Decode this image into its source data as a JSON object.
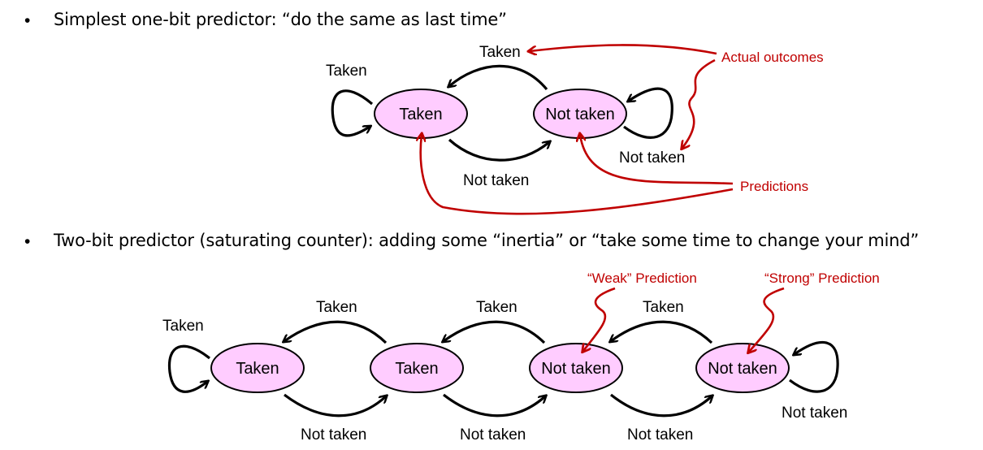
{
  "bullets": [
    {
      "marker": "•",
      "text": "Simplest one-bit predictor: “do the same as last time”"
    },
    {
      "marker": "•",
      "text": "Two-bit predictor (saturating counter): adding some “inertia” or “take some time to change your mind”"
    }
  ],
  "one_bit": {
    "states": [
      "Taken",
      "Not taken"
    ],
    "edges": {
      "self_taken": "Taken",
      "to_taken": "Taken",
      "to_not_taken": "Not taken",
      "self_not_taken": "Not taken"
    },
    "annotations": {
      "actual_outcomes": "Actual outcomes",
      "predictions": "Predictions"
    }
  },
  "two_bit": {
    "states": [
      "Taken",
      "Taken",
      "Not taken",
      "Not taken"
    ],
    "edges": {
      "self_taken": "Taken",
      "back_1": "Taken",
      "back_2": "Taken",
      "back_3": "Taken",
      "fwd_1": "Not taken",
      "fwd_2": "Not taken",
      "fwd_3": "Not taken",
      "self_not_taken": "Not taken"
    },
    "annotations": {
      "weak": "“Weak” Prediction",
      "strong": "“Strong” Prediction"
    }
  },
  "colors": {
    "state_fill": "#ffccff",
    "annotation": "#c00000",
    "stroke": "#000000"
  }
}
